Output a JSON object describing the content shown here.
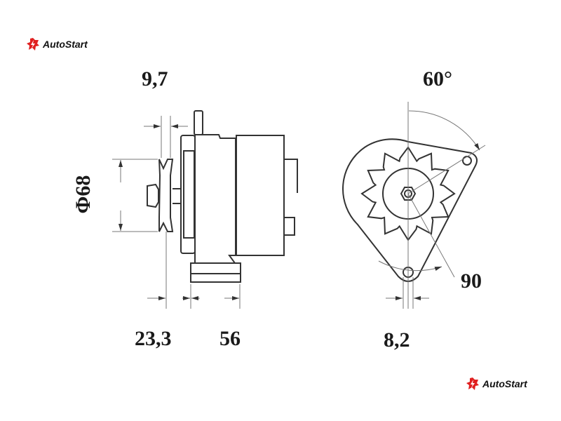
{
  "brand": {
    "name": "AutoStart",
    "color": "#e02020"
  },
  "dimensions": {
    "pulley_width": "9,7",
    "pulley_diameter": "Φ68",
    "front_offset": "23,3",
    "mount_length": "56",
    "mount_angle": "60°",
    "ear_angle": "90",
    "hole_width": "8,2"
  },
  "colors": {
    "line": "#333333",
    "thin": "#777777"
  }
}
